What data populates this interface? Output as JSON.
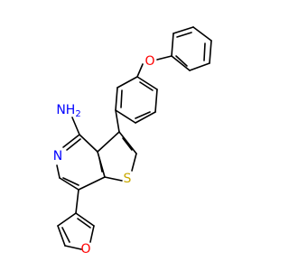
{
  "molecule": {
    "atoms": [
      {
        "id": "nh2",
        "label": "NH",
        "sub": "2",
        "color": "#0000ff"
      },
      {
        "id": "n_ring",
        "label": "N",
        "color": "#0000ff"
      },
      {
        "id": "s_ring",
        "label": "S",
        "color": "#c8a800"
      },
      {
        "id": "o_ether",
        "label": "O",
        "color": "#ff0000"
      },
      {
        "id": "o_furan",
        "label": "O",
        "color": "#ff0000"
      }
    ]
  }
}
